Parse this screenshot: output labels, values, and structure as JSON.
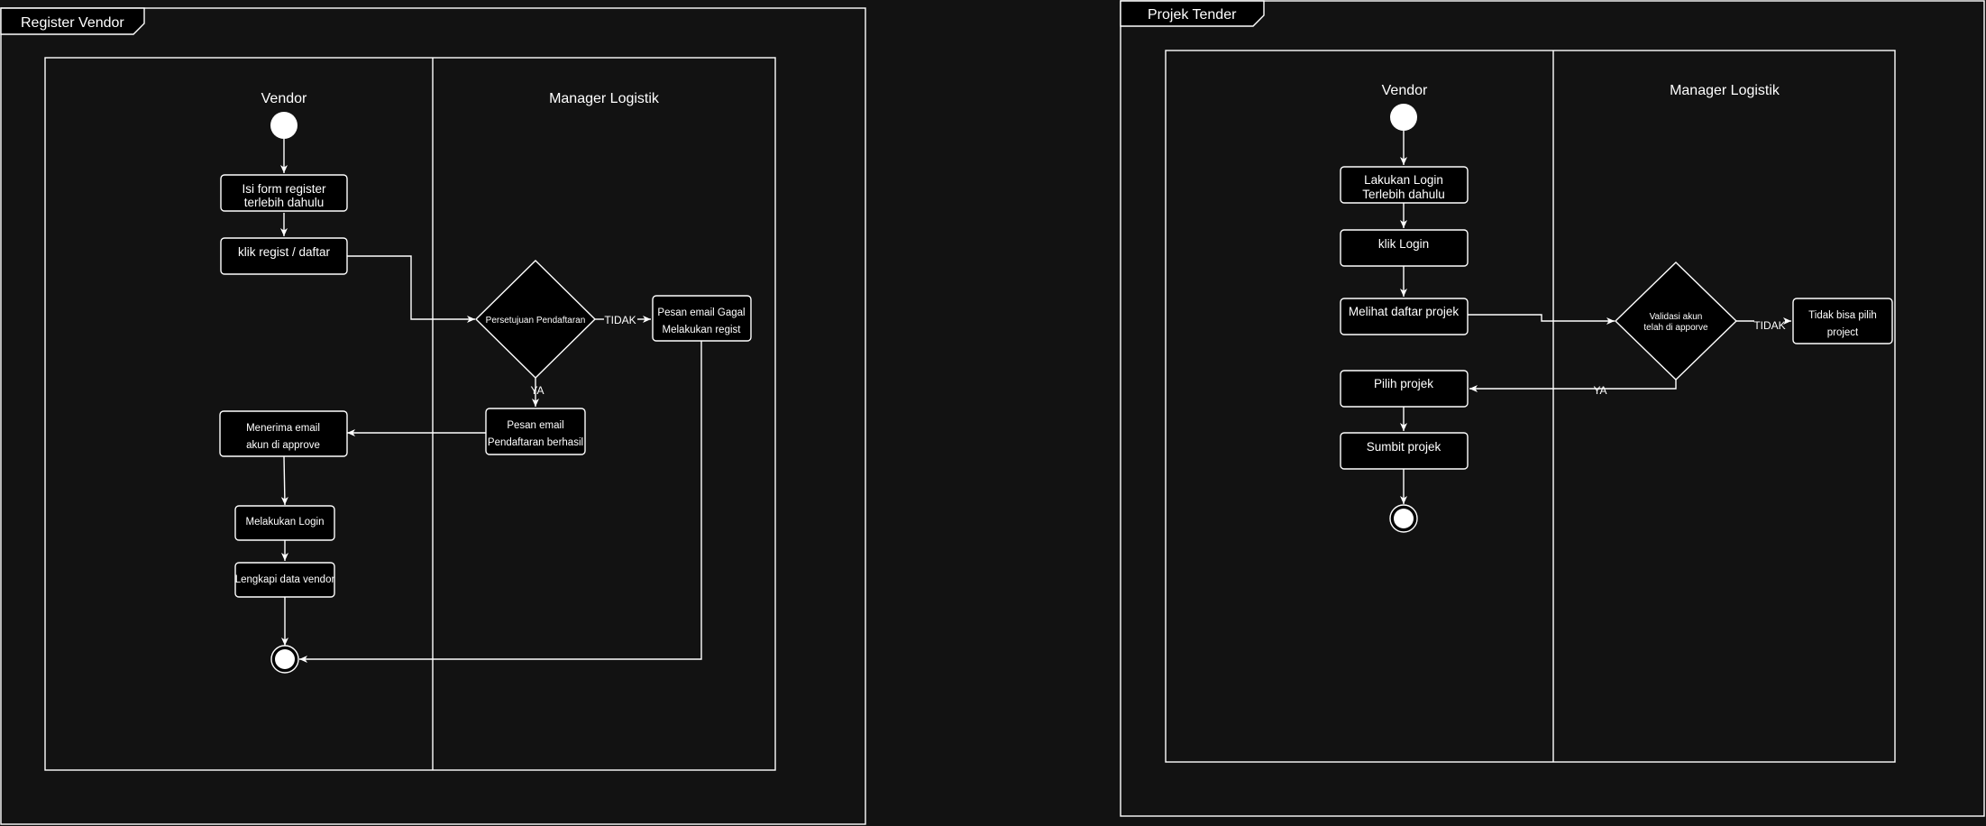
{
  "diagrams": [
    {
      "title": "Register Vendor",
      "lanes": [
        "Vendor",
        "Manager Logistik"
      ],
      "nodes": {
        "isi_form": [
          "Isi form register",
          "terlebih dahulu"
        ],
        "klik_regist": "klik regist / daftar",
        "persetujuan": "Persetujuan Pendaftaran",
        "pesan_gagal": [
          "Pesan email Gagal",
          "Melakukan regist"
        ],
        "pesan_berhasil": [
          "Pesan email",
          "Pendaftaran berhasil"
        ],
        "menerima_email": [
          "Menerima email",
          "akun di approve"
        ],
        "melakukan_login": "Melakukan Login",
        "lengkapi": "Lengkapi data vendor"
      },
      "edge_labels": {
        "tidak": "TIDAK",
        "ya": "YA"
      }
    },
    {
      "title": "Projek Tender",
      "lanes": [
        "Vendor",
        "Manager Logistik"
      ],
      "nodes": {
        "lakukan_login": [
          "Lakukan Login",
          "Terlebih dahulu"
        ],
        "klik_login": "klik Login",
        "melihat_daftar": "Melihat daftar projek",
        "validasi": [
          "Validasi akun",
          "telah di apporve"
        ],
        "tidak_bisa": [
          "Tidak bisa pilih",
          "project"
        ],
        "pilih_projek": "Pilih projek",
        "sumbit_projek": "Sumbit projek"
      },
      "edge_labels": {
        "tidak": "TIDAK",
        "ya": "YA"
      }
    }
  ]
}
